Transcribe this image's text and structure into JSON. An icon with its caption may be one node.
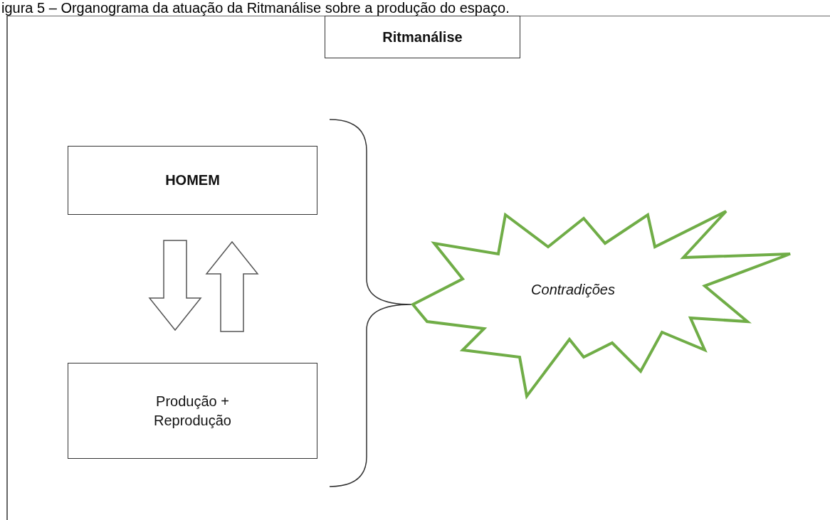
{
  "diagram": {
    "caption": "igura 5 – Organograma da atuação da Ritmanálise sobre a produção do espaço.",
    "nodes": [
      {
        "text": [
          "Ritmanálise"
        ]
      },
      {
        "text": [
          "HOMEM"
        ]
      },
      {
        "text": [
          "Produção + Reprodução"
        ]
      },
      {
        "text": [
          "Contradições"
        ]
      }
    ],
    "edges": [
      {
        "from": 1,
        "to": 2,
        "arrow": "to"
      },
      {
        "from": 2,
        "to": 1,
        "arrow": "to"
      }
    ]
  }
}
